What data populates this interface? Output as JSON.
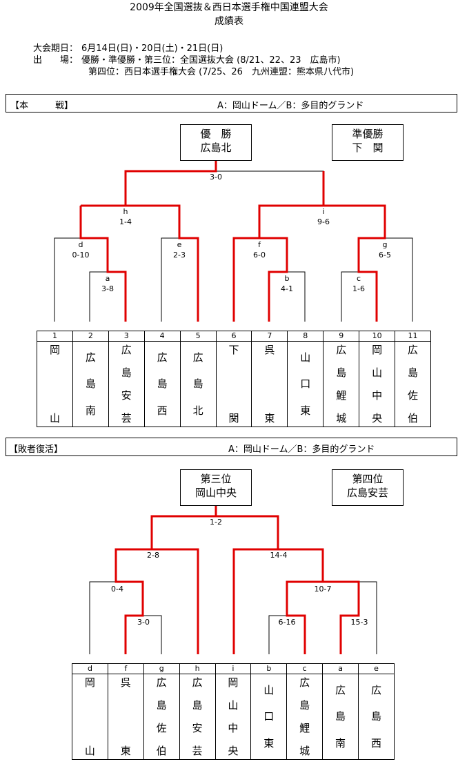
{
  "header": {
    "title": "2009年全国選抜＆西日本選手権中国連盟大会",
    "subtitle": "成績表",
    "period_label": "大会期日：",
    "period_value": "6月14日(日)・20日(土)・21日(日)",
    "entry_label": "出　　場：",
    "entry_line1": "優勝・準優勝・第三位：全国選抜大会 (8/21、22、23　広島市)",
    "entry_line2": "第四位：西日本選手権大会 (7/25、26　九州連盟：熊本県八代市)"
  },
  "main": {
    "section_label": "【本　　　戦】",
    "venue_label": "A：岡山ドーム／B：多目的グランド",
    "champion": {
      "label": "優　勝",
      "team": "広島北"
    },
    "runner_up": {
      "label": "準優勝",
      "team": "下　関"
    },
    "scores": {
      "final": "3-0",
      "h": "h",
      "h_score": "1-4",
      "i": "i",
      "i_score": "9-6",
      "d": "d",
      "d_score": "0-10",
      "e": "e",
      "e_score": "2-3",
      "f": "f",
      "f_score": "6-0",
      "g": "g",
      "g_score": "6-5",
      "a": "a",
      "a_score": "3-8",
      "b": "b",
      "b_score": "4-1",
      "c": "c",
      "c_score": "1-6"
    },
    "teams": [
      {
        "num": "1",
        "chars": [
          "岡",
          "",
          "",
          "山"
        ],
        "layout": "ends"
      },
      {
        "num": "2",
        "chars": [
          "広",
          "島",
          "南"
        ],
        "layout": "spread"
      },
      {
        "num": "3",
        "chars": [
          "広",
          "島",
          "安",
          "芸"
        ],
        "layout": "stack"
      },
      {
        "num": "4",
        "chars": [
          "広",
          "島",
          "西"
        ],
        "layout": "spread"
      },
      {
        "num": "5",
        "chars": [
          "広",
          "島",
          "北"
        ],
        "layout": "spread"
      },
      {
        "num": "6",
        "chars": [
          "下",
          "",
          "",
          "関"
        ],
        "layout": "ends"
      },
      {
        "num": "7",
        "chars": [
          "呉",
          "",
          "",
          "東"
        ],
        "layout": "ends"
      },
      {
        "num": "8",
        "chars": [
          "山",
          "口",
          "東"
        ],
        "layout": "spread"
      },
      {
        "num": "9",
        "chars": [
          "広",
          "島",
          "鯉",
          "城"
        ],
        "layout": "stack"
      },
      {
        "num": "10",
        "chars": [
          "岡",
          "山",
          "中",
          "央"
        ],
        "layout": "stack"
      },
      {
        "num": "11",
        "chars": [
          "広",
          "島",
          "佐",
          "伯"
        ],
        "layout": "stack"
      }
    ]
  },
  "repechage": {
    "section_label": "【敗者復活】",
    "venue_label": "A：岡山ドーム／B：多目的グランド",
    "third": {
      "label": "第三位",
      "team": "岡山中央"
    },
    "fourth": {
      "label": "第四位",
      "team": "広島安芸"
    },
    "scores": {
      "final": "1-2",
      "l1": "2-8",
      "r1": "14-4",
      "l2": "0-4",
      "r2": "10-7",
      "l3": "3-0",
      "r3a": "6-16",
      "r3b": "15-3"
    },
    "teams": [
      {
        "num": "d",
        "chars": [
          "岡",
          "",
          "",
          "山"
        ],
        "layout": "ends"
      },
      {
        "num": "f",
        "chars": [
          "呉",
          "",
          "",
          "東"
        ],
        "layout": "ends"
      },
      {
        "num": "g",
        "chars": [
          "広",
          "島",
          "佐",
          "伯"
        ],
        "layout": "stack"
      },
      {
        "num": "h",
        "chars": [
          "広",
          "島",
          "安",
          "芸"
        ],
        "layout": "stack"
      },
      {
        "num": "i",
        "chars": [
          "岡",
          "山",
          "中",
          "央"
        ],
        "layout": "stack"
      },
      {
        "num": "b",
        "chars": [
          "山",
          "口",
          "東"
        ],
        "layout": "spread"
      },
      {
        "num": "c",
        "chars": [
          "広",
          "島",
          "鯉",
          "城"
        ],
        "layout": "stack"
      },
      {
        "num": "a",
        "chars": [
          "広",
          "島",
          "南"
        ],
        "layout": "spread"
      },
      {
        "num": "e",
        "chars": [
          "広",
          "島",
          "西"
        ],
        "layout": "spread"
      }
    ]
  },
  "colors": {
    "line": "#000000",
    "winner": "#e00000"
  }
}
